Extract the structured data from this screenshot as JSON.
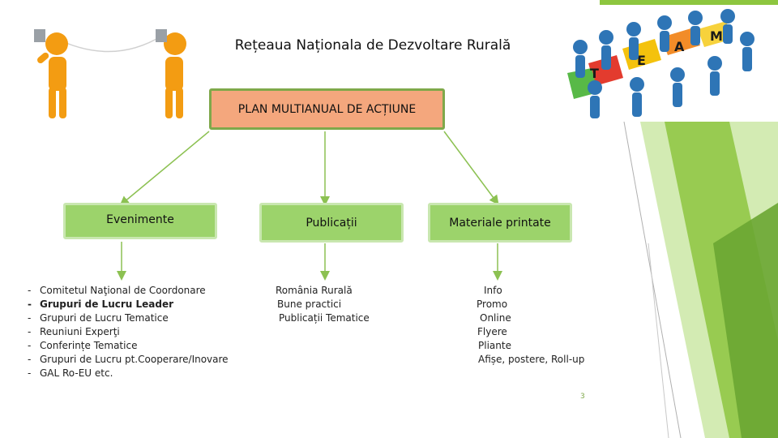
{
  "title": "Rețeaua Naționala de Dezvoltare Rurală",
  "root": {
    "label": "PLAN MULTIANUAL DE ACȚIUNE"
  },
  "branches": [
    {
      "label": "Evenimente"
    },
    {
      "label": "Publicații"
    },
    {
      "label": "Materiale printate"
    }
  ],
  "events_list": [
    "Comitetul Naţional de Coordonare",
    "Grupuri de Lucru Leader",
    "Grupuri de Lucru Tematice",
    "Reuniuni Experţi",
    "Conferințe Tematice",
    "Grupuri de Lucru pt.Cooperare/Inovare",
    "GAL Ro-EU etc."
  ],
  "publications_list": [
    "România Rurală",
    "Bune practici",
    "Publicații Tematice"
  ],
  "printed_list": [
    "Info",
    "Promo",
    "Online",
    "Flyere",
    "Pliante",
    "Afișe, postere, Roll-up"
  ],
  "team_letters": [
    "T",
    "E",
    "A",
    "M"
  ],
  "page_number": "3",
  "colors": {
    "root_fill": "#f4a77d",
    "branch_fill": "#9cd36b",
    "connector": "#8cc152",
    "accent_green": "#8dc63f",
    "figure_orange": "#f39c12",
    "figure_blue": "#2e75b6"
  }
}
